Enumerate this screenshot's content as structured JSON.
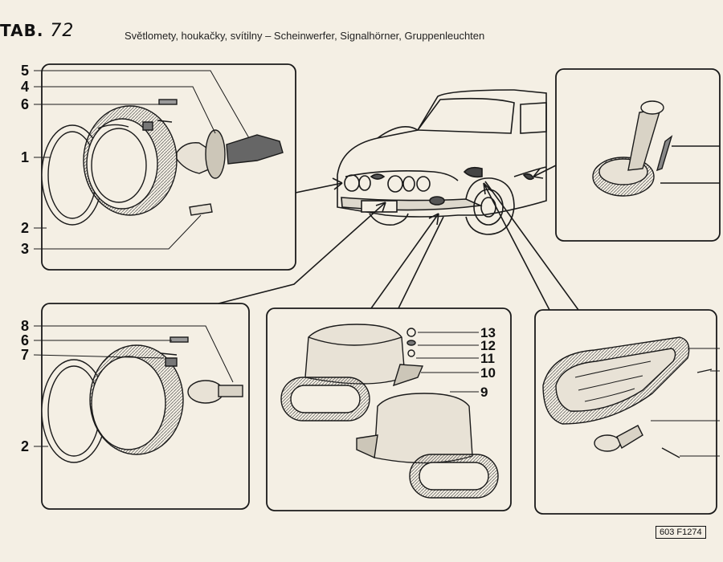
{
  "header": {
    "tab_label": "TAB.",
    "tab_number": "72",
    "title": "Světlomety, houkačky, svítilny – Scheinwerfer, Signalhörner, Gruppenleuchten"
  },
  "callouts": {
    "panel_headlamp_top": [
      "5",
      "4",
      "6",
      "1",
      "2",
      "3"
    ],
    "panel_headlamp_bottom": [
      "8",
      "6",
      "7",
      "2"
    ],
    "panel_horns": [
      "13",
      "12",
      "11",
      "10",
      "9"
    ]
  },
  "reference_code": "603 F1274",
  "colors": {
    "ink": "#1a1a1a",
    "paper": "#f4efe4",
    "shade": "#8a8a84"
  }
}
